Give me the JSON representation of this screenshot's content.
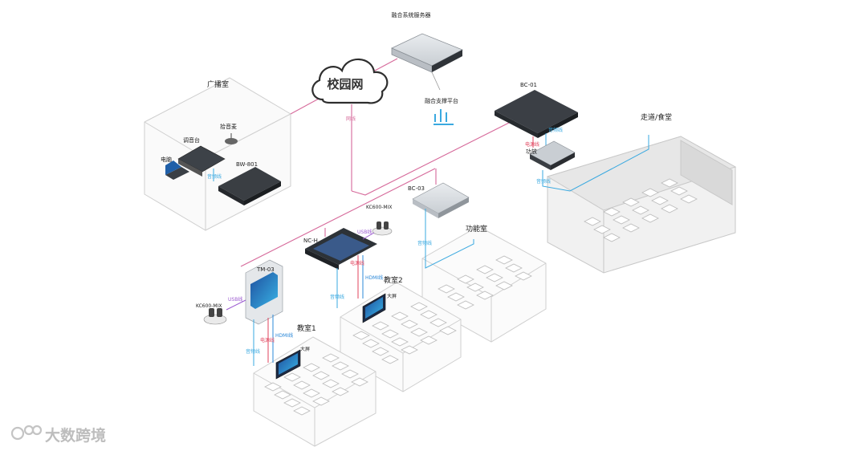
{
  "cloud": {
    "label": "校园网"
  },
  "server": {
    "label": "融合系统服务器"
  },
  "platform": {
    "label": "融合支撑平台"
  },
  "broadcast_room": {
    "title": "广播室",
    "items": {
      "computer": "电脑",
      "mixer": "调音台",
      "mic": "拾音麦"
    },
    "device": "BW-801",
    "cable": "音频线"
  },
  "bc01": {
    "label": "BC-01",
    "power_cable": "电源线",
    "audio_cable": "音频线"
  },
  "amplifier": {
    "label": "功放",
    "cable": "音频线"
  },
  "corridor": {
    "title": "走道/食堂"
  },
  "bc03": {
    "label": "BC-03",
    "cable": "音频线"
  },
  "function_room": {
    "title": "功能室"
  },
  "nch": {
    "label": "NC-H",
    "camera": "KC600-MIX",
    "usb": "USB线",
    "audio": "音频线",
    "hdmi": "HDMI线",
    "power": "电源线"
  },
  "tm03": {
    "label": "TM-03",
    "camera": "KC600-MIX",
    "usb": "USB线",
    "hdmi": "HDMI线",
    "power": "电源线",
    "audio": "音频线"
  },
  "network_cable": "网线",
  "classroom1": {
    "title": "教室1"
  },
  "classroom2": {
    "title": "教室2"
  },
  "screen_label": "大屏",
  "watermark": "大数跨境",
  "colors": {
    "network": "#d6699a",
    "audio": "#3aa9e0",
    "power": "#e0435d",
    "hdmi": "#2b88d8",
    "usb": "#9b59d0"
  }
}
